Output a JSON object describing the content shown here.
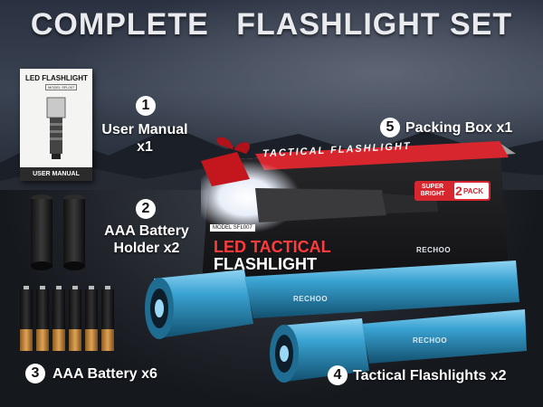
{
  "title": {
    "part1": "COMPLETE",
    "part2": "FLASHLIGHT SET"
  },
  "items": [
    {
      "number": "1",
      "label": "User Manual x1"
    },
    {
      "number": "2",
      "label": "AAA Battery Holder x2"
    },
    {
      "number": "3",
      "label": "AAA Battery x6"
    },
    {
      "number": "4",
      "label": "Tactical Flashlights x2"
    },
    {
      "number": "5",
      "label": "Packing Box x1"
    }
  ],
  "manual": {
    "title": "LED FLASHLIGHT",
    "model": "MODEL SFL007",
    "footer": "USER MANUAL"
  },
  "box": {
    "banner": "TACTICAL FLASHLIGHT",
    "model": "MODEL SFL007",
    "headline1": "LED TACTICAL",
    "headline2": "FLASHLIGHT",
    "badge_text": "SUPER BRIGHT",
    "pack_count": "2",
    "pack_label": "PACK",
    "brand": "RECHOO"
  },
  "flashlight_brand": "RECHOO",
  "colors": {
    "flashlight_blue": "#3aa3d2",
    "box_red": "#d8262e",
    "ribbon_red": "#c3161d",
    "battery_copper": "#c98a3c"
  }
}
